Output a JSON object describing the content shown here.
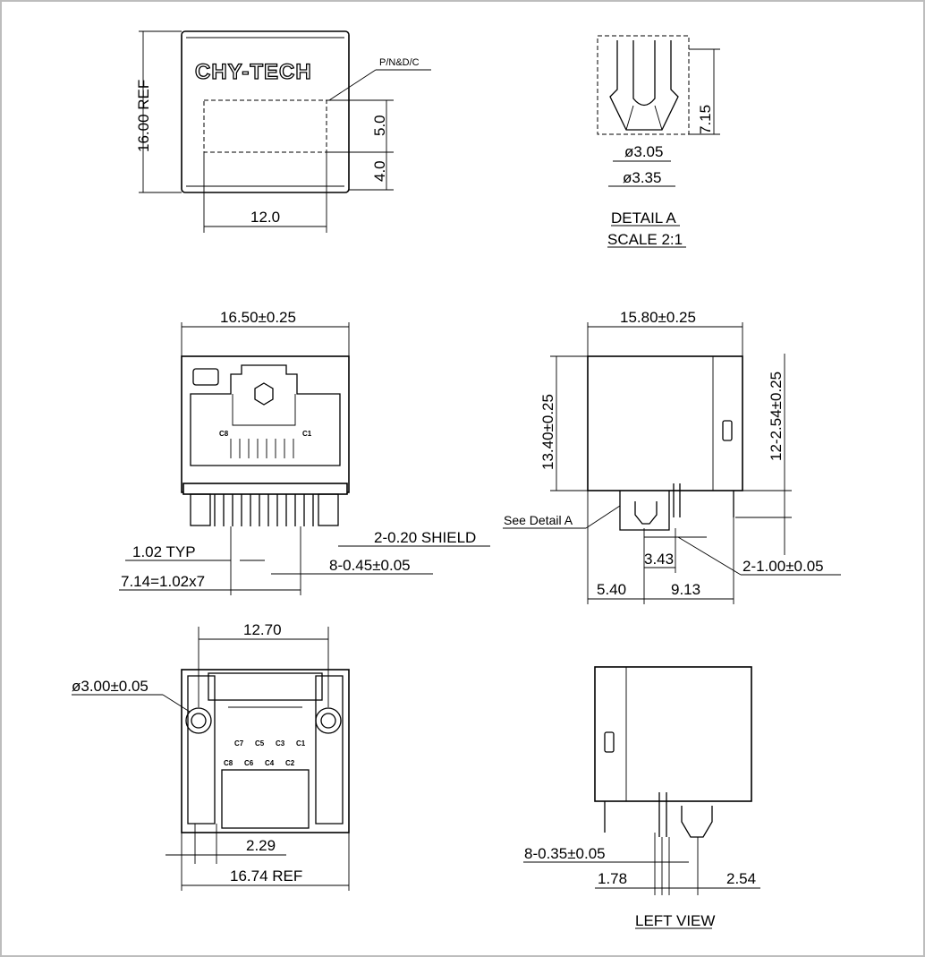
{
  "top_view": {
    "height_dim": "16.00 REF",
    "logo": "CHY-TECH",
    "marking_note": "P/N&D/C",
    "marking_height": "5.0",
    "marking_offset": "4.0",
    "marking_width": "12.0"
  },
  "detail_a": {
    "height_dim": "7.15",
    "inner_dia": "ø3.05",
    "outer_dia": "ø3.35",
    "title": "DETAIL A",
    "scale": "SCALE 2:1"
  },
  "front_view": {
    "width_dim": "16.50±0.25",
    "contact_left": "C8",
    "contact_right": "C1",
    "pitch": "1.02 TYP",
    "shield_pins": "2-0.20 SHIELD",
    "signal_pins": "8-0.45±0.05",
    "pitch_total": "7.14=1.02x7"
  },
  "side_view": {
    "length_dim": "15.80±0.25",
    "height_dim": "13.40±0.25",
    "pin_length": "12-2.54±0.25",
    "detail_ref": "See Detail A",
    "pin_offset": "3.43",
    "shield_pin": "2-1.00±0.05",
    "front_offset": "5.40",
    "rear_offset": "9.13"
  },
  "bottom_view": {
    "span_dim": "12.70",
    "led_hole": "ø3.00±0.05",
    "contacts_top": [
      "C7",
      "C5",
      "C3",
      "C1"
    ],
    "contacts_bottom": [
      "C8",
      "C6",
      "C4",
      "C2"
    ],
    "offset_dim": "2.29",
    "width_dim": "16.74 REF"
  },
  "left_view": {
    "pins": "8-0.35±0.05",
    "pitch_a": "1.78",
    "pitch_b": "2.54",
    "title": "LEFT VIEW"
  }
}
